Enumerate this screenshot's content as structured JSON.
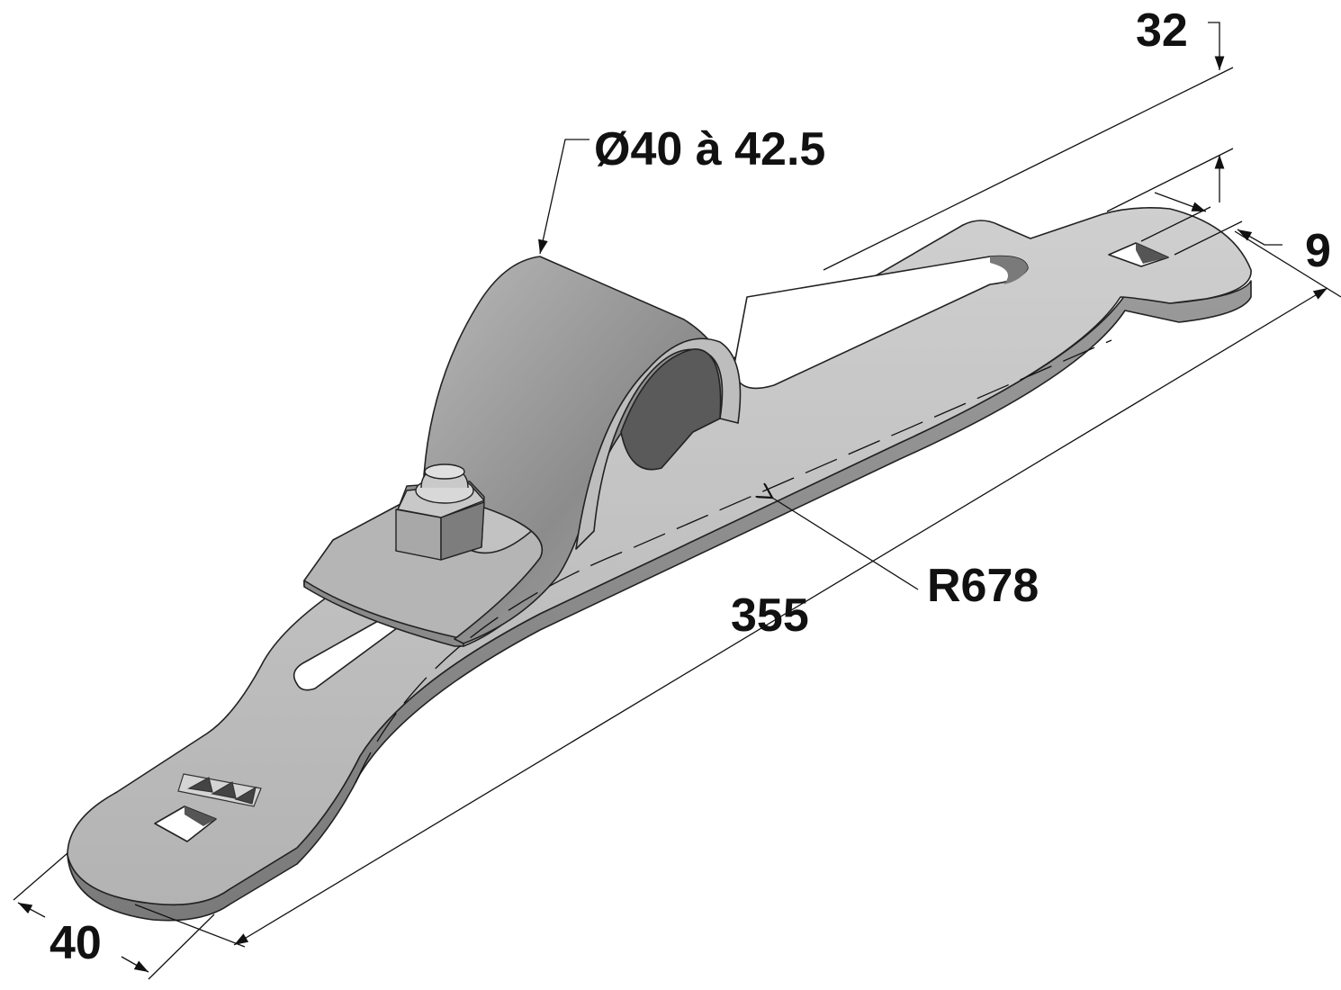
{
  "drawing": {
    "type": "isometric technical drawing",
    "subject": "curved slotted mounting bracket with pipe clamp, hex nut and bolt",
    "colors": {
      "background": "#ffffff",
      "metal_light": "#c4c4c4",
      "metal_mid": "#a9a9a9",
      "metal_dark": "#6e6e6e",
      "line": "#111111"
    }
  },
  "dimensions": {
    "clamp_diameter": {
      "symbol": "Ø",
      "text": "40 à 42.5"
    },
    "height": {
      "text": "32"
    },
    "thickness": {
      "text": "9"
    },
    "length": {
      "text": "355"
    },
    "radius": {
      "text": "R678"
    },
    "width": {
      "text": "40"
    }
  },
  "features": {
    "marking_triangles": 3,
    "square_holes": 2,
    "slots": 2,
    "nut": "hexagonal"
  }
}
